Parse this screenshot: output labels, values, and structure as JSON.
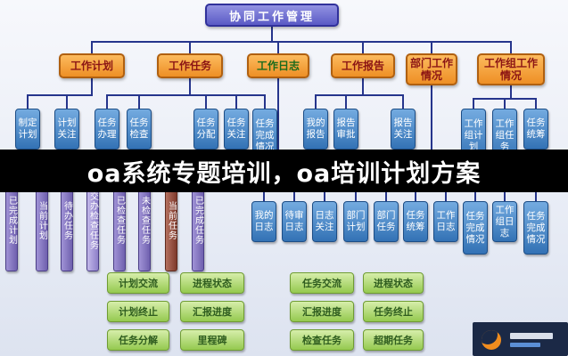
{
  "banner": {
    "title": "oa系统专题培训，oa培训计划方案"
  },
  "tree": {
    "root": "协同工作管理",
    "level2": [
      "工作计划",
      "工作任务",
      "工作日志",
      "工作报告",
      "部门工作情况",
      "工作组工作情况"
    ],
    "plan_children": [
      "制定计划",
      "计划关注"
    ],
    "task_children": [
      "任务办理",
      "任务检查",
      "任务分配",
      "任务关注",
      "任务完成情况"
    ],
    "log_children": [
      "我的日志",
      "待审日志",
      "日志关注"
    ],
    "report_children": [
      "我的报告",
      "报告审批",
      "报告关注"
    ],
    "dept_children": [
      "部门计划",
      "部门任务",
      "任务统筹",
      "工作日志",
      "任务完成情况"
    ],
    "group_children": [
      "工作组计划",
      "工作组任务",
      "任务统筹"
    ],
    "group_sub": [
      "工作组日志",
      "任务完成情况"
    ],
    "strips": [
      "已完成计划",
      "当前计划",
      "待办任务",
      "交办检查任务",
      "已检查任务",
      "未检查任务",
      "当前任务",
      "已完成任务"
    ]
  },
  "green_left": [
    [
      "计划交流",
      "进程状态"
    ],
    [
      "计划终止",
      "汇报进度"
    ],
    [
      "任务分解",
      "里程碑"
    ]
  ],
  "green_right": [
    [
      "任务交流",
      "进程状态"
    ],
    [
      "汇报进度",
      "任务终止"
    ],
    [
      "检查任务",
      "超期任务"
    ]
  ],
  "colors": {
    "accent_orange": "#f39a2e",
    "node_blue": "#3f7fc1",
    "node_purple": "#7b6cb4",
    "node_green": "#9ccf5e",
    "line_navy": "#26358c",
    "banner_bg": "#000000",
    "banner_text": "#ffffff"
  }
}
